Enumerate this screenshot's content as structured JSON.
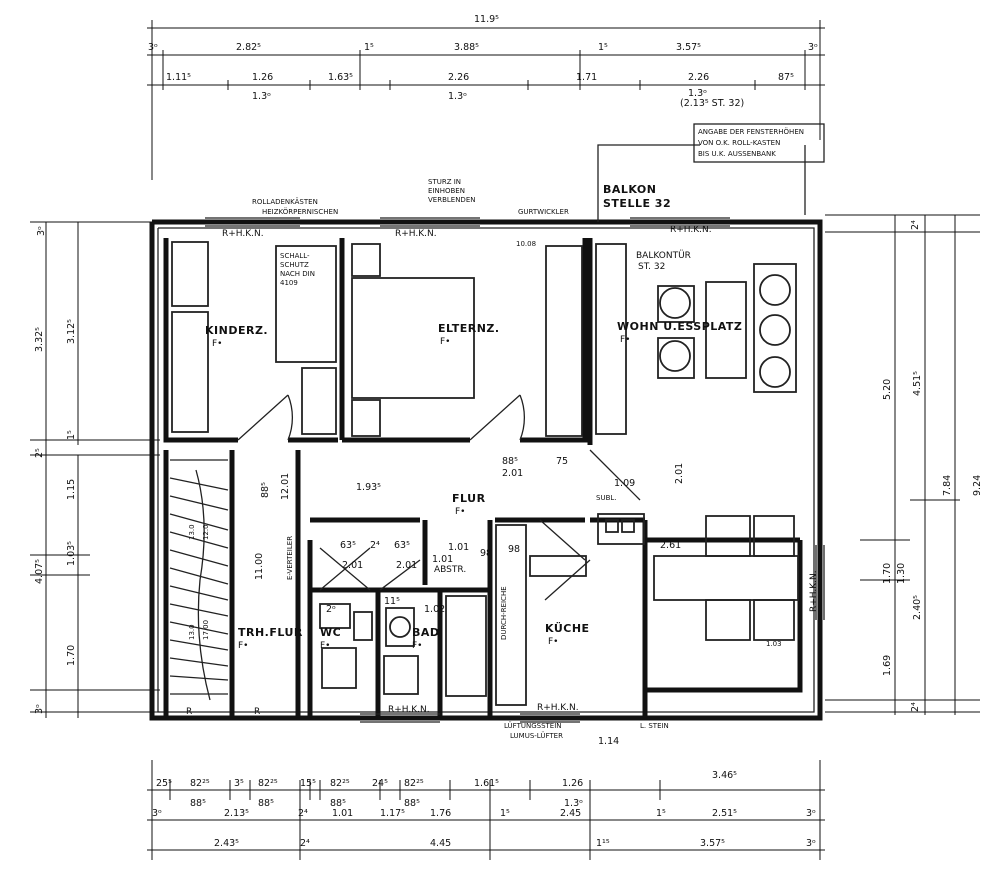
{
  "rooms": {
    "kinderz": "KINDERZ.",
    "kinderz_floor": "F•",
    "elternz": "ELTERNZ.",
    "elternz_floor": "F•",
    "wohn": "WOHN U.ESSPLATZ",
    "wohn_floor": "F•",
    "flur": "FLUR",
    "flur_floor": "F•",
    "trh_flur": "TRH.FLUR",
    "trh_flur_floor": "F•",
    "wc": "WC",
    "wc_floor": "F•",
    "bad": "BAD",
    "bad_floor": "F•",
    "kueche": "KÜCHE",
    "kueche_floor": "F•",
    "abstr": "ABSTR."
  },
  "annotations": {
    "rollladen": "ROLLADENKÄSTEN",
    "heizkoerper": "HEIZKÖRPERNISCHEN",
    "sturz1": "STURZ IN",
    "sturz2": "EINHOBEN",
    "sturz3": "VERBLENDEN",
    "gurtwickler": "GURTWICKLER",
    "balkon": "BALKON",
    "stelle": "STELLE 32",
    "balkontuer": "BALKONTÜR",
    "st32": "ST. 32",
    "fenster1": "ANGABE DER FENSTERHÖHEN",
    "fenster2": "VON O.K. ROLL-KASTEN",
    "fenster3": "BIS U.K. AUSSENBANK",
    "schall1": "SCHALL-",
    "schall2": "SCHUTZ",
    "schall3": "NACH DIN",
    "schall4": "4109",
    "r_hkn_1": "R+H.K.N.",
    "r_hkn_2": "R+H.K.N.",
    "r_hkn_3": "R+H.K.N.",
    "r_hkn_4": "R+H.K.N.",
    "r_hkn_5": "R+H.K.N.",
    "r_hkn_side": "R+H.K.N.",
    "r1": "R",
    "r2": "R",
    "luft": "LÜFTUNGSSTEIN",
    "luft2": "LUMUS-LÜFTER",
    "stein": "L. STEIN",
    "durch": "DURCH-REICHE",
    "evert": "E-VERTEILER",
    "subl": "SUBL."
  },
  "dims_top_row1": [
    "11.9⁵"
  ],
  "dims_top_row2": [
    "3ᵒ",
    "2.82⁵",
    "1⁵",
    "3.88⁵",
    "1⁵",
    "3.57⁵",
    "3ᵒ"
  ],
  "dims_top_row3": [
    "1.11⁵",
    "1.26",
    "1.63⁵",
    "2.26",
    "1.71",
    "2.26",
    "87⁵"
  ],
  "dims_top_row3b": [
    "1.3ᵒ",
    "1.3ᵒ",
    "1.3ᵒ",
    "(2.13⁵ ST. 32)"
  ],
  "dims_left": [
    "3ᵒ",
    "3.32⁵",
    "3.12⁵",
    "1⁵",
    "2⁵",
    "4.07⁵",
    "1.15",
    "1.03⁵",
    "1.70",
    "3ᵒ"
  ],
  "dims_right": [
    "2⁴",
    "5.20",
    "4.51⁵",
    "7.84",
    "9.24",
    "1.70",
    "1.30",
    "2.40⁵",
    "1.69",
    "2⁴"
  ],
  "dims_bottom_row1": [
    "25⁵",
    "82²⁵",
    "88⁵",
    "3⁵",
    "82²⁵",
    "88⁵",
    "15⁵",
    "82²⁵",
    "88⁵",
    "24⁵",
    "82²⁵",
    "88⁵",
    "1.61⁵",
    "1.26",
    "1.3ᵒ",
    "3.46⁵"
  ],
  "dims_bottom_row2": [
    "3ᵒ",
    "2.13⁵",
    "2⁴",
    "1.01",
    "1.17⁵",
    "1.76",
    "1⁵",
    "2.45",
    "1⁵",
    "2.51⁵",
    "3ᵒ"
  ],
  "dims_bottom_row3": [
    "2.43⁵",
    "2⁴",
    "4.45",
    "1¹⁵",
    "3.57⁵",
    "3ᵒ"
  ],
  "dims_interior": [
    "88⁵",
    "75",
    "1.93⁵",
    "2.01",
    "12.01",
    "1.09",
    "88⁵",
    "2.01",
    "63⁵",
    "2⁴",
    "63⁵",
    "1.01",
    "2.01",
    "98",
    "1.02",
    "11⁵",
    "2.01",
    "11.00",
    "1.14",
    "2ᵒ",
    "13.0",
    "12.0",
    "13.0",
    "17.00",
    "10.08",
    "1.01",
    "2.61",
    "1.03",
    "98"
  ]
}
